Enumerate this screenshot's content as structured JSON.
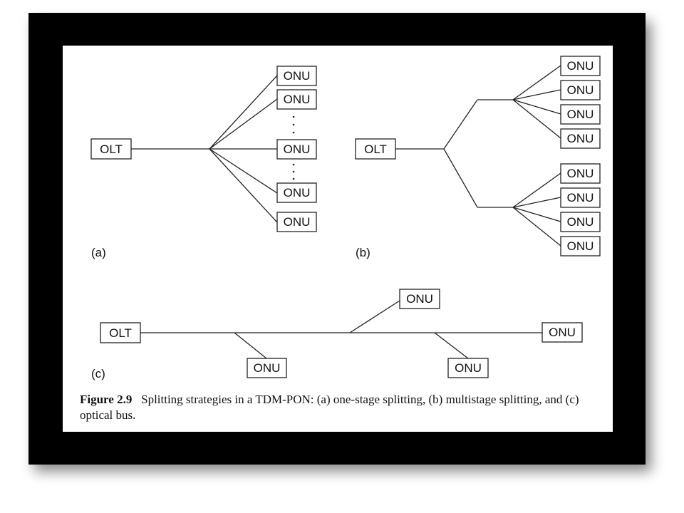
{
  "labels": {
    "olt": "OLT",
    "onu": "ONU",
    "panel_a": "(a)",
    "panel_b": "(b)",
    "panel_c": "(c)"
  },
  "caption": {
    "figure_number": "Figure 2.9",
    "text": "Splitting strategies in a TDM-PON: (a) one-stage splitting, (b) multistage splitting, and (c) optical bus."
  }
}
